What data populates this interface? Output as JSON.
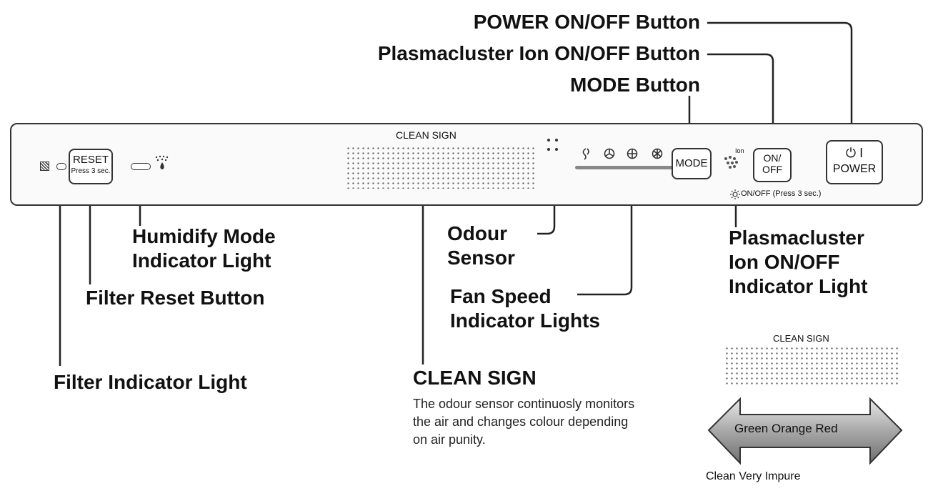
{
  "labels": {
    "power": "POWER ON/OFF Button",
    "plasmacluster_button": "Plasmacluster Ion ON/OFF Button",
    "mode_button": "MODE Button",
    "humidify_line1": "Humidify Mode",
    "humidify_line2": "Indicator Light",
    "filter_reset": "Filter Reset Button",
    "filter_indicator": "Filter Indicator Light",
    "odour_line1": "Odour",
    "odour_line2": "Sensor",
    "fan_line1": "Fan Speed",
    "fan_line2": "Indicator Lights",
    "plasma_ind_line1": "Plasmacluster",
    "plasma_ind_line2": "Ion ON/OFF",
    "plasma_ind_line3": "Indicator Light",
    "clean_sign_heading": "CLEAN SIGN",
    "clean_desc_line1": "The odour sensor continuosly monitors",
    "clean_desc_line2": "the air and changes colour depending",
    "clean_desc_line3": "on air punity."
  },
  "panel": {
    "clean_sign_label": "CLEAN SIGN",
    "reset_line1": "RESET",
    "reset_line2": "Press 3 sec.",
    "mode": "MODE",
    "onoff_line1": "ON/",
    "onoff_line2": "OFF",
    "ion_label": "Ion",
    "press_note": "ON/OFF (Press 3 sec.)",
    "power_symbol": "⏻ I",
    "power_label": "POWER"
  },
  "legend": {
    "clean_sign_label": "CLEAN SIGN",
    "arrow_text": "Green Orange Red",
    "bottom_text": "Clean Very Impure"
  },
  "icons": [
    "filter-icon",
    "humidify-icon",
    "fan-speed-icons",
    "ion-icon",
    "sun-icon",
    "power-icon"
  ]
}
